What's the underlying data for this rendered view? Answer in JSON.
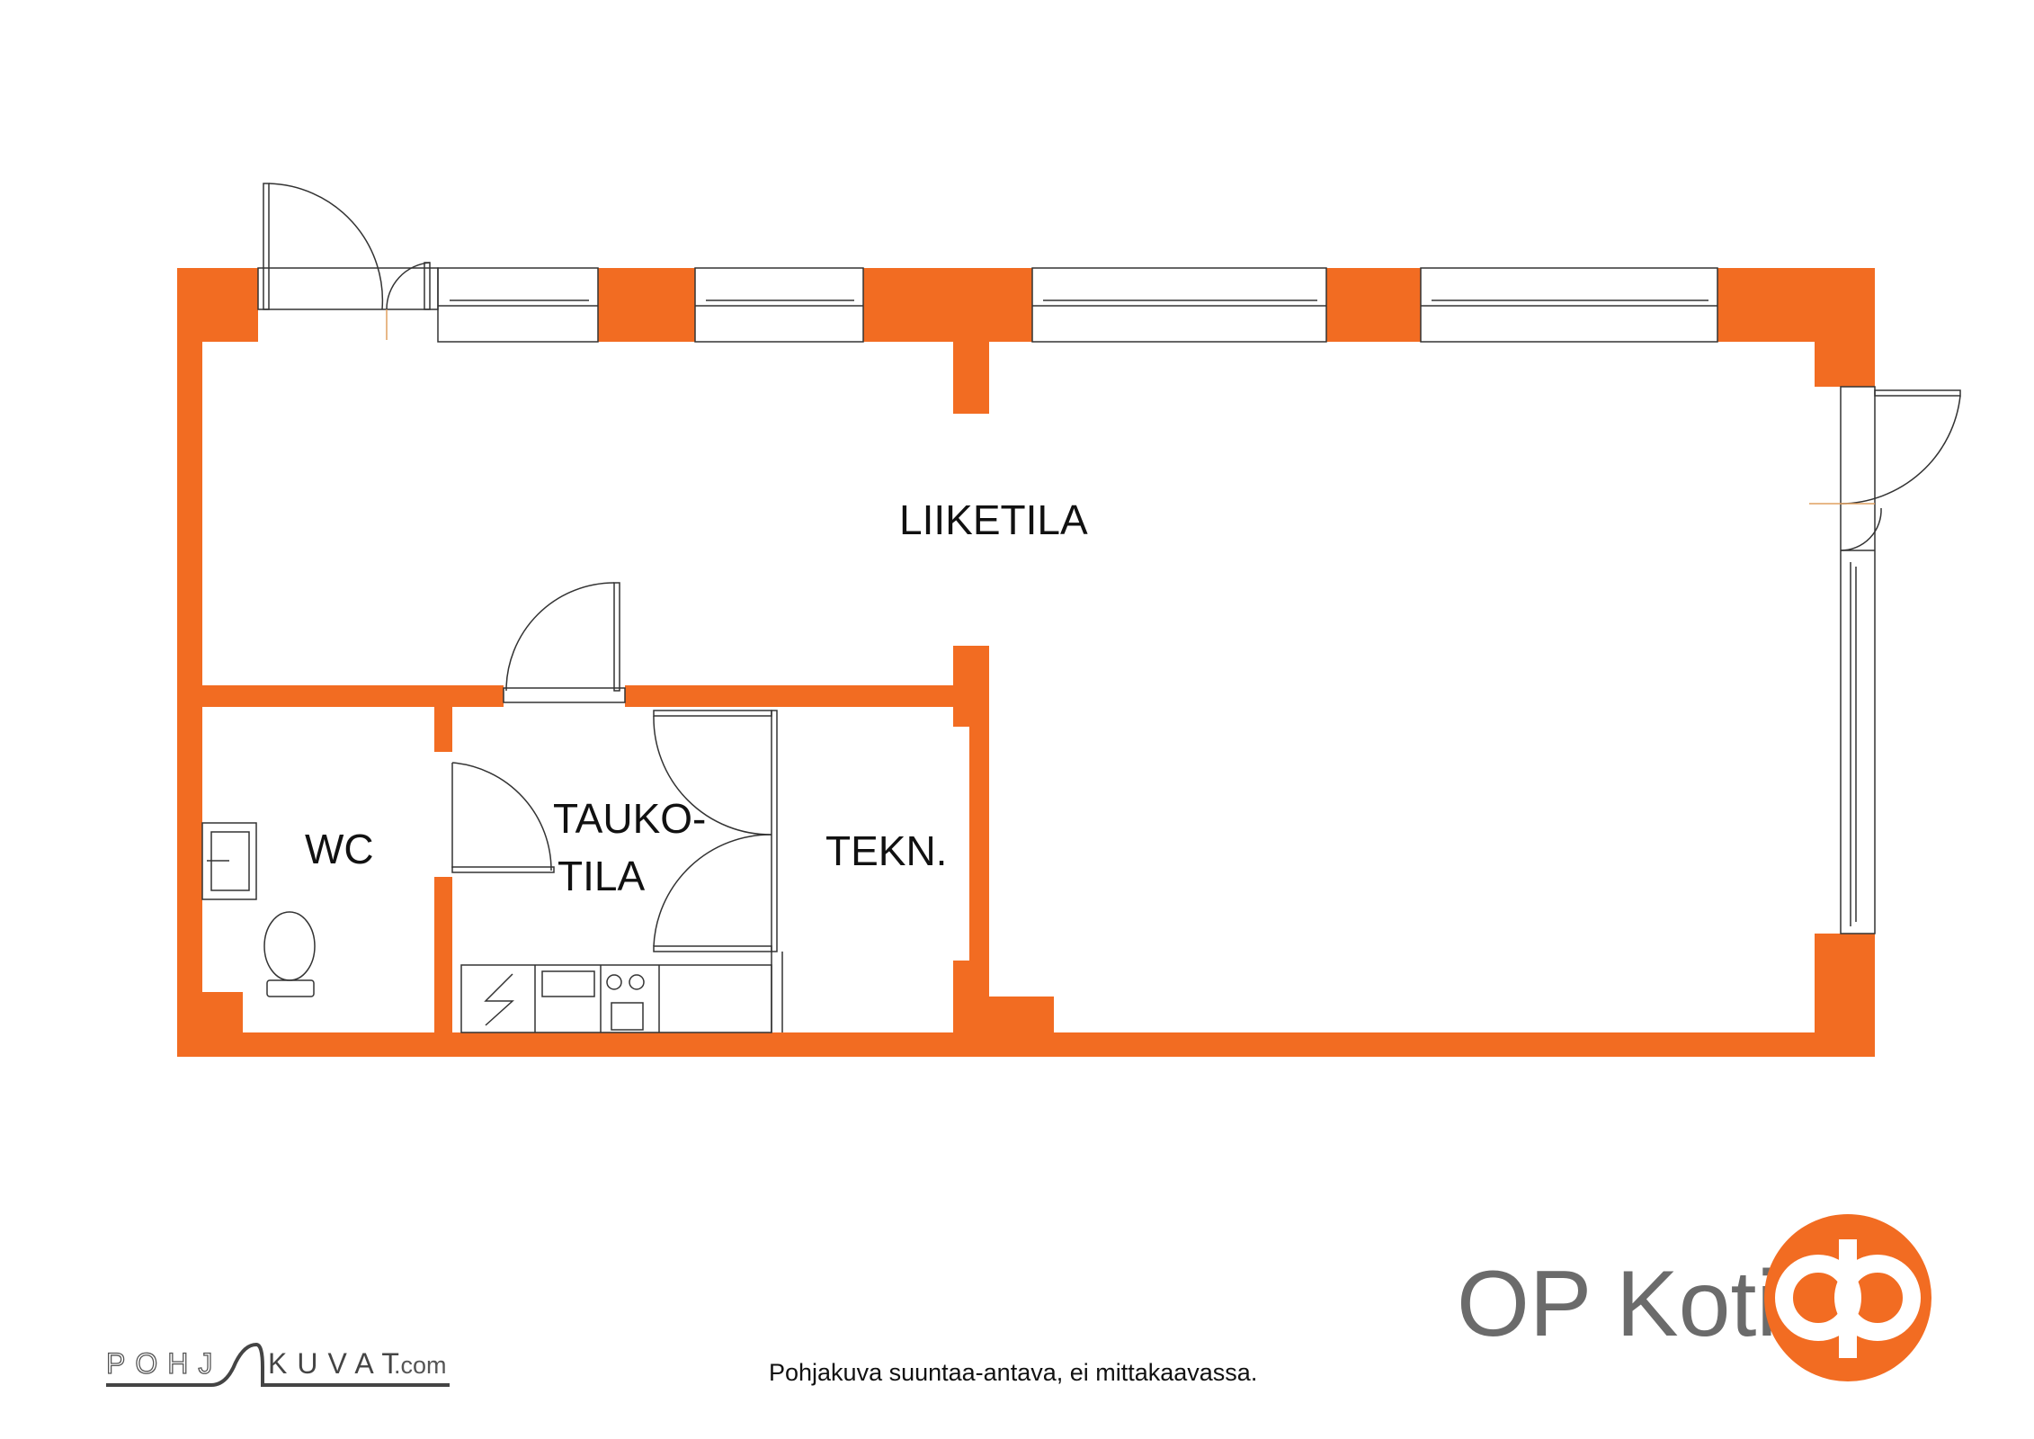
{
  "rooms": {
    "main": "LIIKETILA",
    "wc": "WC",
    "break_line1": "TAUKO-",
    "break_line2": "TILA",
    "tech": "TEKN."
  },
  "brand": {
    "name": "OP Koti",
    "logo_icon": "op-logo-icon"
  },
  "credits": {
    "pohj": "POHJ",
    "kuvat": "KUVAT",
    "domain": ".com"
  },
  "disclaimer": "Pohjakuva suuntaa-antava, ei mittakaavassa.",
  "colors": {
    "wall": "#f26c22",
    "brand_orange": "#f26c22",
    "brand_grey": "#6b6b6b"
  }
}
